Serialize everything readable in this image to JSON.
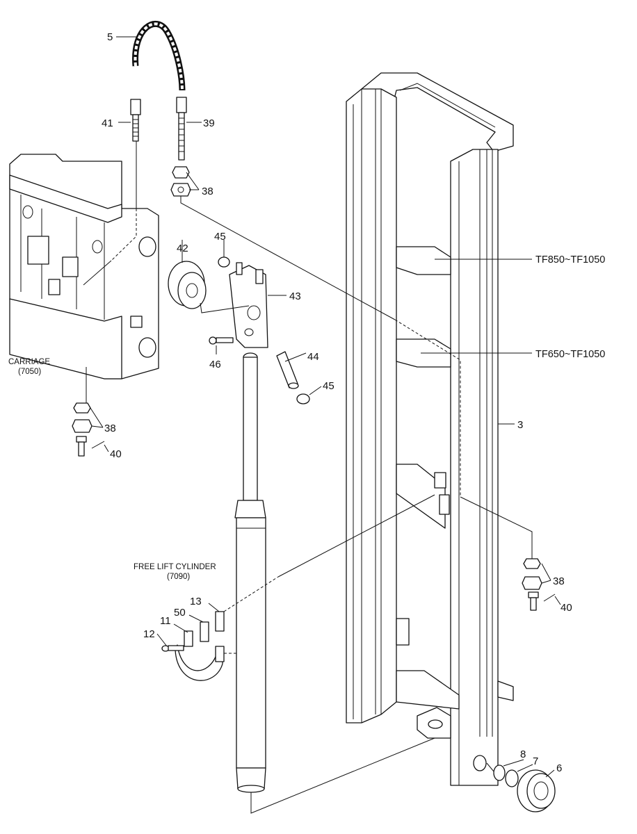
{
  "callouts": {
    "c5": "5",
    "c41": "41",
    "c39": "39",
    "c38a": "38",
    "c42": "42",
    "c45a": "45",
    "c43": "43",
    "c46": "46",
    "c44": "44",
    "c45b": "45",
    "c38b": "38",
    "c40a": "40",
    "c3": "3",
    "c38c": "38",
    "c40b": "40",
    "c13": "13",
    "c50": "50",
    "c11": "11",
    "c12": "12",
    "c8": "8",
    "c7": "7",
    "c6": "6"
  },
  "labels": {
    "tf850": "TF850~TF1050",
    "tf650": "TF650~TF1050",
    "carriage": "CARRIAGE",
    "carriage_code": "(7050)",
    "cylinder": "FREE LIFT CYLINDER",
    "cylinder_code": "(7090)"
  }
}
